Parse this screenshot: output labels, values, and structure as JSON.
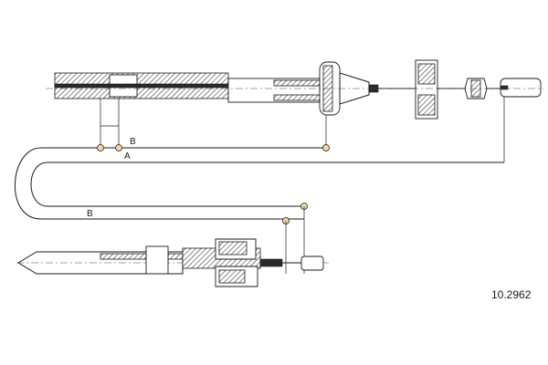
{
  "diagram": {
    "part_number": "10.2962",
    "dimension_labels": {
      "upper_b": "B",
      "upper_a": "A",
      "lower_b": "B"
    }
  }
}
